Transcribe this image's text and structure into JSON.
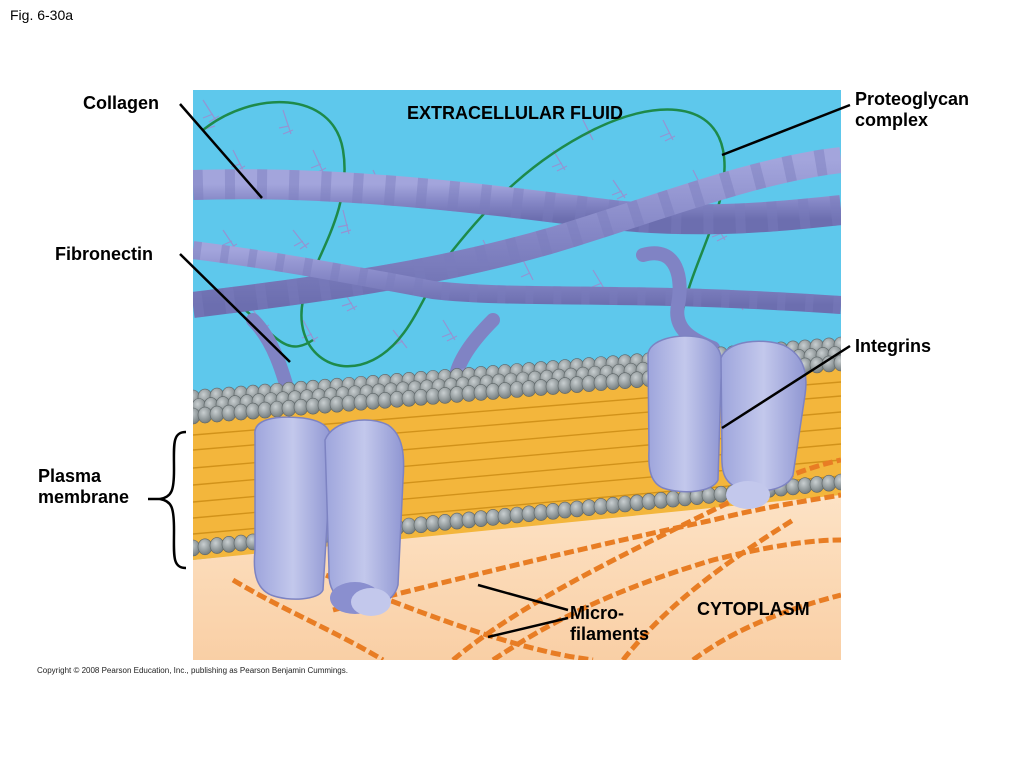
{
  "figure_number": "Fig. 6-30a",
  "regions": {
    "extracellular": "EXTRACELLULAR FLUID",
    "cytoplasm": "CYTOPLASM"
  },
  "labels": {
    "collagen": "Collagen",
    "fibronectin": "Fibronectin",
    "plasma_membrane_1": "Plasma",
    "plasma_membrane_2": "membrane",
    "proteoglycan_1": "Proteoglycan",
    "proteoglycan_2": "complex",
    "integrins": "Integrins",
    "microfilaments_1": "Micro-",
    "microfilaments_2": "filaments"
  },
  "copyright": "Copyright © 2008 Pearson Education, Inc., publishing as Pearson Benjamin Cummings.",
  "colors": {
    "extracellular_fluid": "#5ec8ec",
    "cytoplasm": "#fcd9b6",
    "collagen": "#8a8ccc",
    "proteoglycan_core": "#1e8a4a",
    "phospholipid_head": "#8c9496",
    "lipid_tail": "#f3b63c",
    "integrin": "#b9bfe6",
    "microfilament": "#e87d24"
  }
}
